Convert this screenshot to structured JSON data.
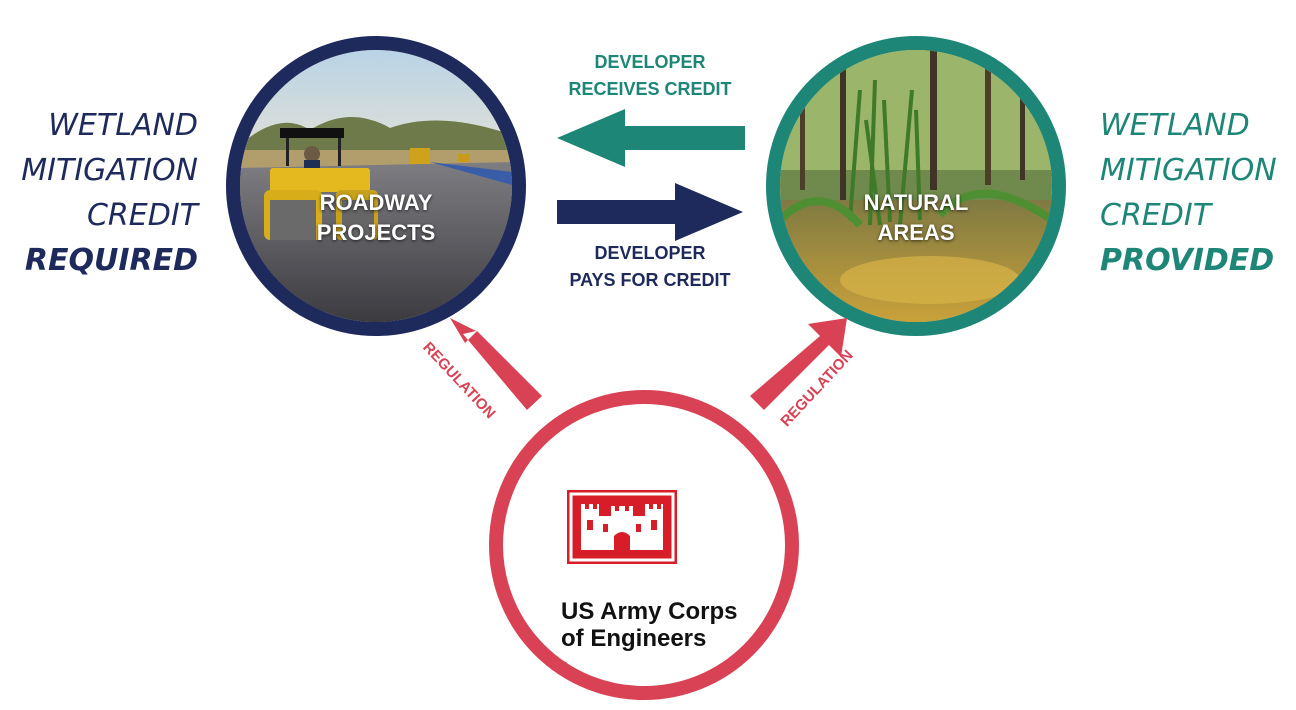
{
  "left_text": {
    "line1": "WETLAND",
    "line2": "MITIGATION",
    "line3": "CREDIT",
    "line4": "REQUIRED"
  },
  "right_text": {
    "line1": "WETLAND",
    "line2": "MITIGATION",
    "line3": "CREDIT",
    "line4": "PROVIDED"
  },
  "road_circle": {
    "line1": "ROADWAY",
    "line2": "PROJECTS"
  },
  "nature_circle": {
    "line1": "NATURAL",
    "line2": "AREAS"
  },
  "top_arrow": {
    "line1": "DEVELOPER",
    "line2": "RECEIVES CREDIT"
  },
  "bottom_arrow": {
    "line1": "DEVELOPER",
    "line2": "PAYS FOR CREDIT"
  },
  "regulation_left": "REGULATION",
  "regulation_right": "REGULATION",
  "usace": {
    "line1": "US Army Corps",
    "line2": "of Engineers",
    "mark": "®"
  },
  "colors": {
    "navy": "#1e2a5c",
    "teal": "#1d8677",
    "red": "#d94255",
    "logo_red": "#d71e28"
  },
  "icons": [
    "castle-logo-icon",
    "arrow-left-icon",
    "arrow-right-icon",
    "arrow-up-left-icon",
    "arrow-up-right-icon"
  ]
}
